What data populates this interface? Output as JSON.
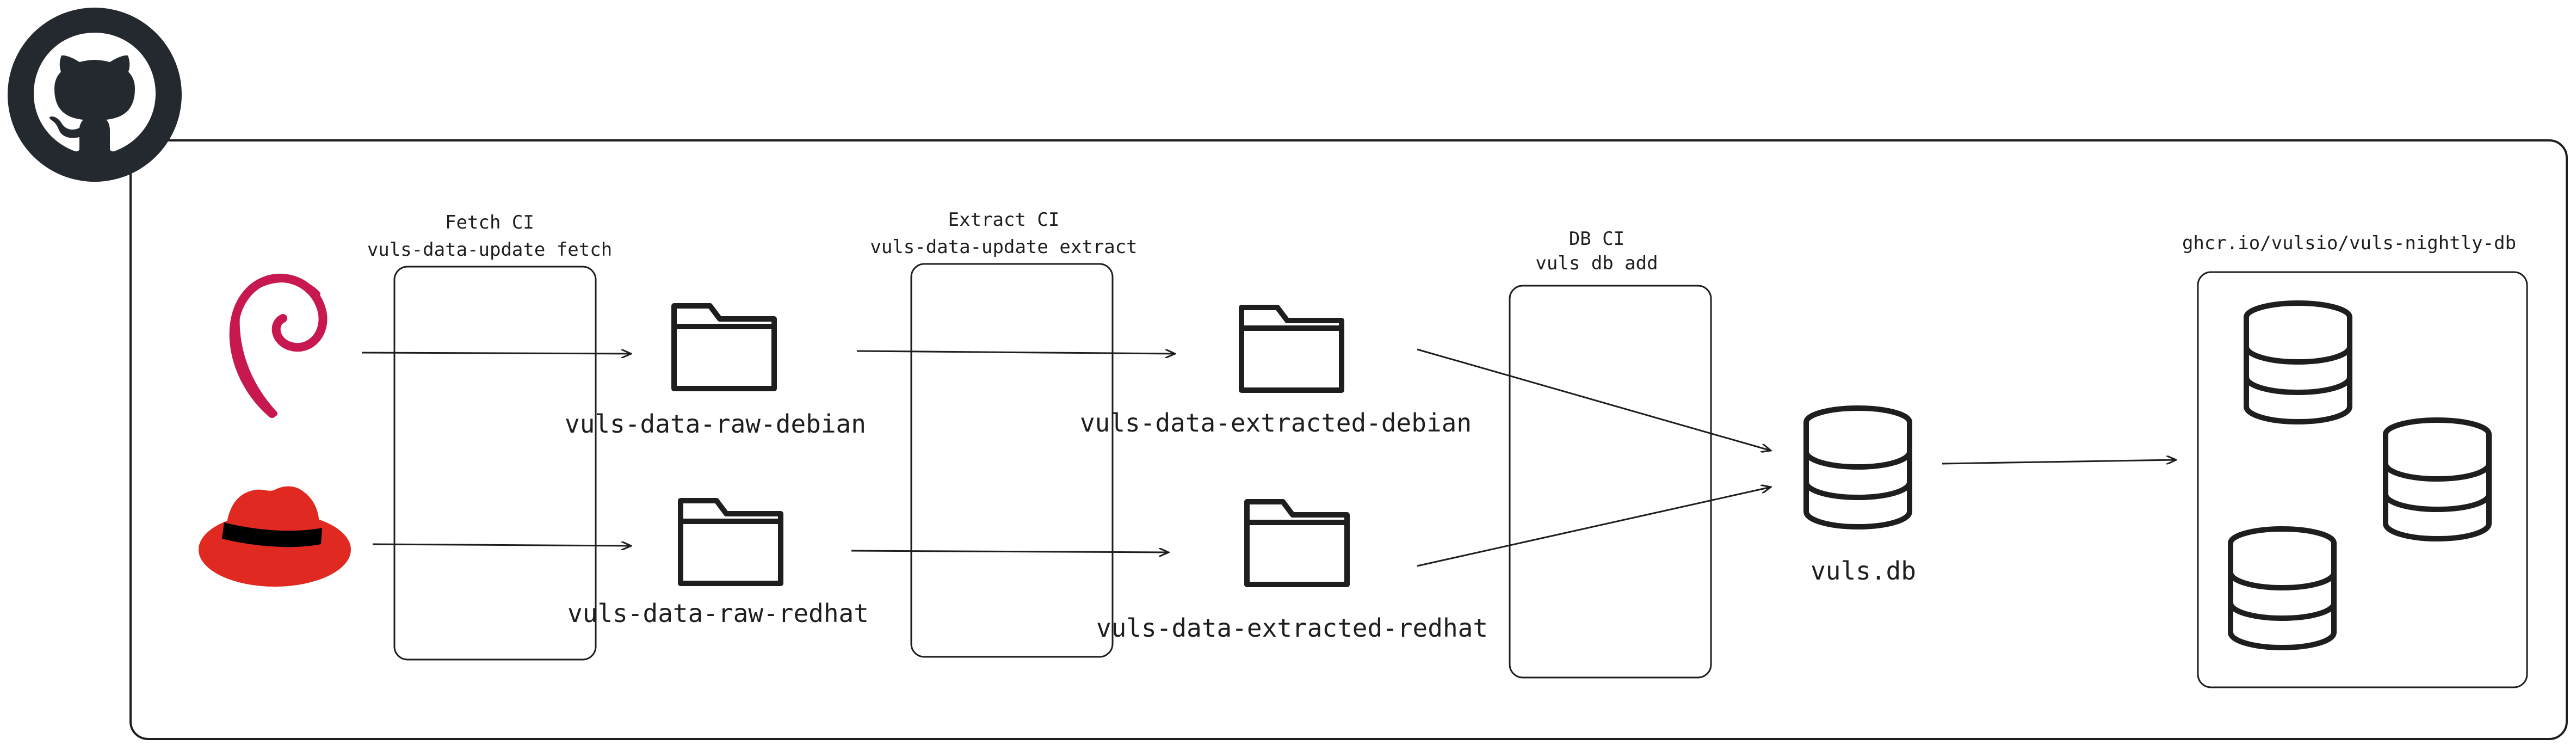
{
  "colors": {
    "stroke": "#1e1e1e",
    "debian": "#c7194f",
    "redhat": "#e02a21",
    "github": "#24292f",
    "background": "#ffffff"
  },
  "icons": {
    "github": "github-logo",
    "debian": "debian-logo",
    "redhat": "redhat-logo",
    "folder": "folder-icon",
    "database": "database-icon"
  },
  "stages": {
    "fetch": {
      "title": "Fetch CI",
      "command": "vuls-data-update fetch"
    },
    "extract": {
      "title": "Extract CI",
      "command": "vuls-data-update extract"
    },
    "db": {
      "title": "DB CI",
      "command": "vuls db add"
    },
    "registry": {
      "title": "ghcr.io/vulsio/vuls-nightly-db"
    }
  },
  "folders": {
    "raw_debian": "vuls-data-raw-debian",
    "raw_redhat": "vuls-data-raw-redhat",
    "extracted_debian": "vuls-data-extracted-debian",
    "extracted_redhat": "vuls-data-extracted-redhat"
  },
  "database": {
    "label": "vuls.db"
  }
}
